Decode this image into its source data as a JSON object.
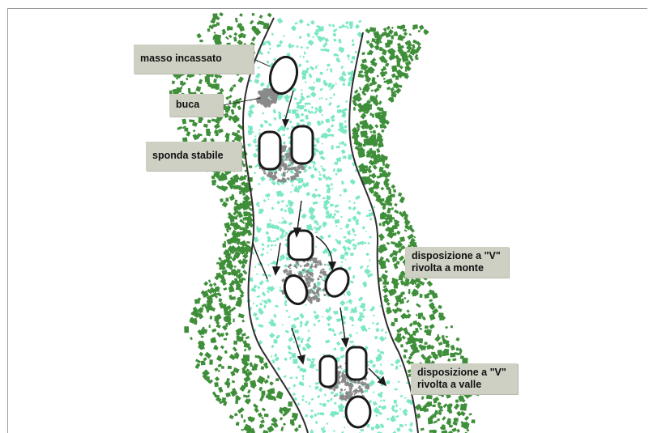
{
  "labels": {
    "masso_incassato": "masso incassato",
    "buca": "buca",
    "sponda_stabile": "sponda stabile",
    "v_monte_line1": "disposizione a \"V\"",
    "v_monte_line2": "rivolta a monte",
    "v_valle_line1": "disposizione a \"V\"",
    "v_valle_line2": "rivolta a valle"
  },
  "colors": {
    "vegetation": "#3f8f3a",
    "water": "#7be8c3",
    "pool": "#8a8a8a",
    "bank_line": "#2e2e2e",
    "label_bg": "#cfd0c4"
  }
}
